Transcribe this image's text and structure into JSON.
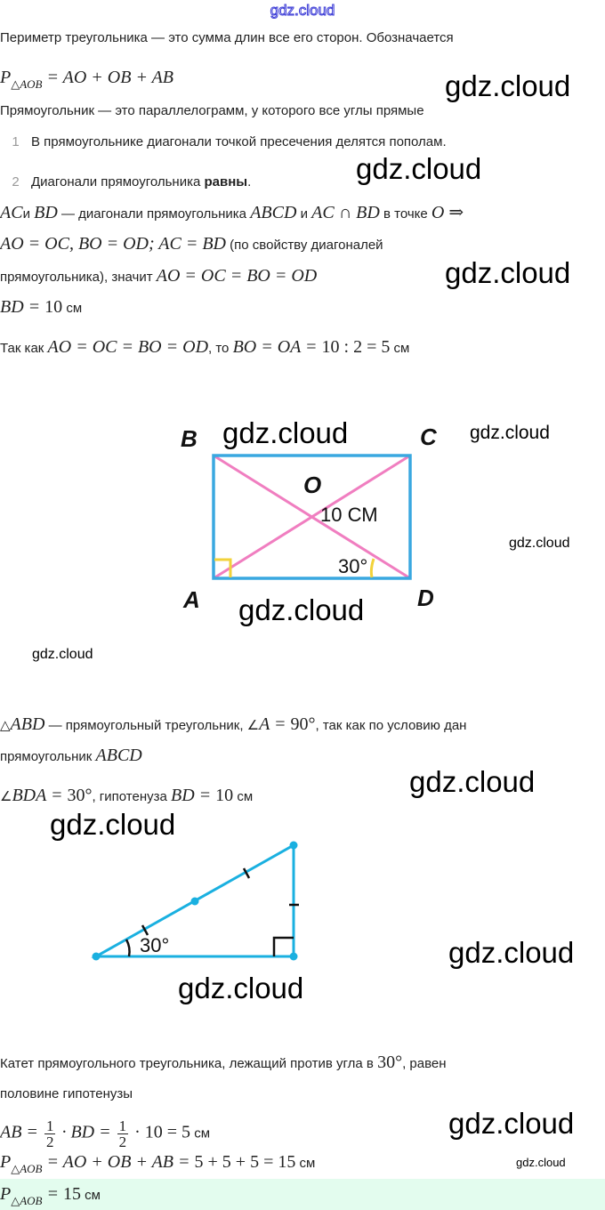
{
  "header_watermark": "gdz.cloud",
  "watermark": "gdz.cloud",
  "lines": [
    [
      {
        "t": "text",
        "v": "Периметр треугольника — это сумма длин все его сторон. Обозначается"
      }
    ],
    [
      {
        "t": "math",
        "v": "P"
      },
      {
        "t": "sub",
        "v": "△AOB"
      },
      {
        "t": "math",
        "v": " = AO + OB + AB"
      }
    ],
    [
      {
        "t": "text",
        "v": "Прямоугольник — это параллелограмм, у которого все углы прямые"
      }
    ],
    [
      {
        "t": "num",
        "v": "1"
      },
      {
        "t": "text",
        "v": "В прямоугольнике диагонали точкой пресечения делятся пополам."
      }
    ],
    [
      {
        "t": "num",
        "v": "2"
      },
      {
        "t": "text",
        "v": "Диагонали прямоугольника "
      },
      {
        "t": "bold",
        "v": "равны"
      },
      {
        "t": "text",
        "v": "."
      }
    ],
    [
      {
        "t": "math",
        "v": "AC"
      },
      {
        "t": "text",
        "v": "и "
      },
      {
        "t": "math",
        "v": "BD"
      },
      {
        "t": "text",
        "v": " — диагонали прямоугольника "
      },
      {
        "t": "math",
        "v": "ABCD"
      },
      {
        "t": "text",
        "v": " и "
      },
      {
        "t": "math",
        "v": "AC ∩ BD"
      },
      {
        "t": "text",
        "v": " в точке "
      },
      {
        "t": "math",
        "v": "O ⇒"
      }
    ],
    [
      {
        "t": "math",
        "v": "AO = OC, BO = OD; AC = BD"
      },
      {
        "t": "text",
        "v": " (по свойству диагоналей"
      }
    ],
    [
      {
        "t": "text",
        "v": "прямоугольника), значит "
      },
      {
        "t": "math",
        "v": "AO = OC = BO = OD"
      }
    ],
    [
      {
        "t": "math",
        "v": "BD = "
      },
      {
        "t": "mathn",
        "v": "10"
      },
      {
        "t": "text",
        "v": " см"
      }
    ],
    [
      {
        "t": "text",
        "v": "Так как "
      },
      {
        "t": "math",
        "v": "AO = OC = BO = OD"
      },
      {
        "t": "text",
        "v": ", то "
      },
      {
        "t": "math",
        "v": "BO = OA = "
      },
      {
        "t": "mathn",
        "v": "10 : 2 = 5"
      },
      {
        "t": "text",
        "v": " см"
      }
    ],
    [
      {
        "t": "text",
        "v": "△"
      },
      {
        "t": "math",
        "v": "ABD"
      },
      {
        "t": "text",
        "v": " — прямоугольный треугольник, ∠"
      },
      {
        "t": "math",
        "v": "A = "
      },
      {
        "t": "mathn",
        "v": "90°"
      },
      {
        "t": "text",
        "v": ", так как по условию дан"
      }
    ],
    [
      {
        "t": "text",
        "v": "прямоугольник "
      },
      {
        "t": "math",
        "v": "ABCD"
      }
    ],
    [
      {
        "t": "text",
        "v": "∠"
      },
      {
        "t": "math",
        "v": "BDA = "
      },
      {
        "t": "mathn",
        "v": "30°"
      },
      {
        "t": "text",
        "v": ", гипотенуза "
      },
      {
        "t": "math",
        "v": "BD = "
      },
      {
        "t": "mathn",
        "v": "10"
      },
      {
        "t": "text",
        "v": " см"
      }
    ],
    [
      {
        "t": "text",
        "v": "Катет прямоугольного треугольника, лежащий против угла в "
      },
      {
        "t": "mathn",
        "v": "30°"
      },
      {
        "t": "text",
        "v": ", равен"
      }
    ],
    [
      {
        "t": "text",
        "v": "половине гипотенузы"
      }
    ],
    [
      {
        "t": "math",
        "v": "AB = "
      },
      {
        "t": "frac",
        "v": "1",
        "d": "2"
      },
      {
        "t": "math",
        "v": " · BD = "
      },
      {
        "t": "frac",
        "v": "1",
        "d": "2"
      },
      {
        "t": "mathn",
        "v": " · 10 = 5"
      },
      {
        "t": "text",
        "v": " см"
      }
    ],
    [
      {
        "t": "math",
        "v": "P"
      },
      {
        "t": "sub",
        "v": "△AOB"
      },
      {
        "t": "math",
        "v": " = AO + OB + AB = "
      },
      {
        "t": "mathn",
        "v": "5 + 5 + 5 = 15"
      },
      {
        "t": "text",
        "v": " см"
      }
    ],
    [
      {
        "t": "math",
        "v": "P"
      },
      {
        "t": "sub",
        "v": "△AOB"
      },
      {
        "t": "math",
        "v": " = "
      },
      {
        "t": "mathn",
        "v": "15"
      },
      {
        "t": "text",
        "v": " см"
      }
    ]
  ],
  "figure1": {
    "labels": {
      "A": "A",
      "B": "B",
      "C": "C",
      "D": "D",
      "O": "O"
    },
    "diagonal": "10 СМ",
    "angle": "30°",
    "colors": {
      "rect": "#3aa8e0",
      "diag": "#f07ec0",
      "angle": "#f2d23a"
    }
  },
  "figure2": {
    "angle": "30°",
    "color": "#1ab0e0"
  }
}
